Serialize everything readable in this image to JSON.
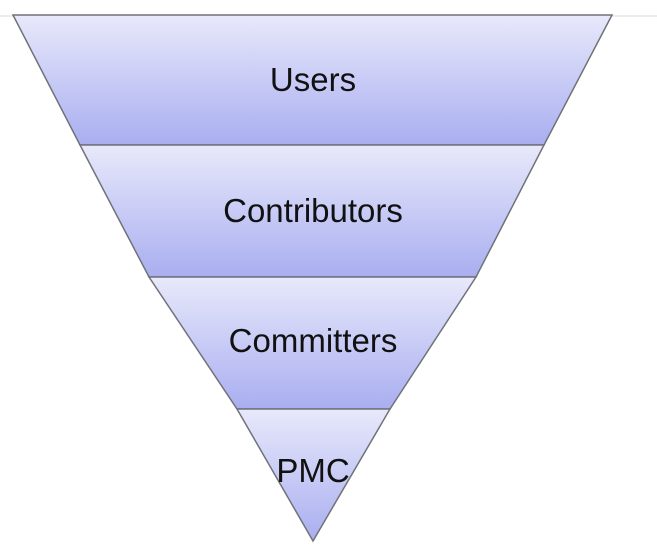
{
  "diagram": {
    "type": "inverted-pyramid",
    "levels": [
      {
        "label": "Users"
      },
      {
        "label": "Contributors"
      },
      {
        "label": "Committers"
      },
      {
        "label": "PMC"
      }
    ],
    "colors": {
      "fill_top": "#e8e9fb",
      "fill_bottom": "#a9aef0",
      "stroke": "#6f7378",
      "background": "#ffffff"
    }
  }
}
